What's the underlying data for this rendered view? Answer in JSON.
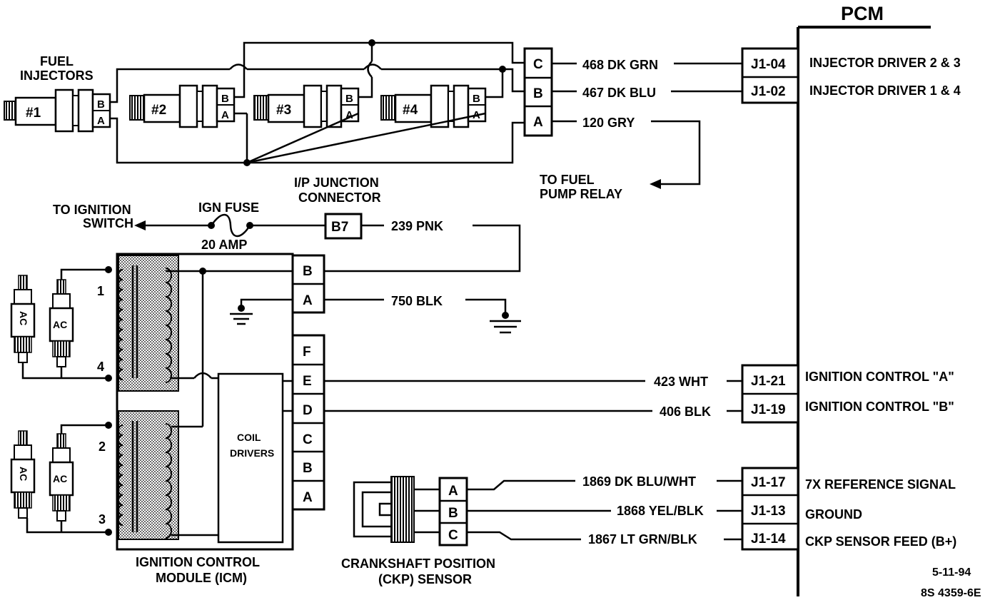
{
  "pcm": {
    "title": "PCM"
  },
  "injectors": {
    "title_line1": "FUEL",
    "title_line2": "INJECTORS",
    "items": [
      {
        "label": "#1",
        "pin_b": "B",
        "pin_a": "A"
      },
      {
        "label": "#2",
        "pin_b": "B",
        "pin_a": "A"
      },
      {
        "label": "#3",
        "pin_b": "B",
        "pin_a": "A"
      },
      {
        "label": "#4",
        "pin_b": "B",
        "pin_a": "A"
      }
    ],
    "connector_pins": [
      "C",
      "B",
      "A"
    ],
    "wires": [
      {
        "wire": "468 DK GRN",
        "terminal": "J1-04",
        "function": "INJECTOR DRIVER 2 & 3"
      },
      {
        "wire": "467 DK BLU",
        "terminal": "J1-02",
        "function": "INJECTOR DRIVER 1 & 4"
      },
      {
        "wire": "120 GRY"
      }
    ],
    "to_fuel_pump_line1": "TO FUEL",
    "to_fuel_pump_line2": "PUMP RELAY"
  },
  "power": {
    "to_ignition_line1": "TO IGNITION",
    "to_ignition_line2": "SWITCH",
    "fuse_label": "IGN FUSE",
    "fuse_rating": "20 AMP",
    "junction_line1": "I/P JUNCTION",
    "junction_line2": "CONNECTOR",
    "junction_pin": "B7",
    "wire": "239 PNK",
    "ground_wire": "750 BLK"
  },
  "icm": {
    "label_line1": "IGNITION CONTROL",
    "label_line2": "MODULE (ICM)",
    "coil_drivers_line1": "COIL",
    "coil_drivers_line2": "DRIVERS",
    "pins_top": [
      "B",
      "A"
    ],
    "pins_bottom": [
      "F",
      "E",
      "D",
      "C",
      "B",
      "A"
    ],
    "cylinders": [
      "1",
      "4",
      "2",
      "3"
    ],
    "plug_brand": "AC"
  },
  "ignition_control": [
    {
      "wire": "423 WHT",
      "terminal": "J1-21",
      "function": "IGNITION CONTROL \"A\""
    },
    {
      "wire": "406 BLK",
      "terminal": "J1-19",
      "function": "IGNITION CONTROL \"B\""
    }
  ],
  "ckp": {
    "label_line1": "CRANKSHAFT POSITION",
    "label_line2": "(CKP) SENSOR",
    "pins": [
      "A",
      "B",
      "C"
    ],
    "wires": [
      {
        "wire": "1869 DK BLU/WHT",
        "terminal": "J1-17",
        "function": "7X REFERENCE SIGNAL"
      },
      {
        "wire": "1868 YEL/BLK",
        "terminal": "J1-13",
        "function": "GROUND"
      },
      {
        "wire": "1867 LT GRN/BLK",
        "terminal": "J1-14",
        "function": "CKP SENSOR FEED (B+)"
      }
    ]
  },
  "footer": {
    "date": "5-11-94",
    "code": "8S 4359-6E"
  }
}
